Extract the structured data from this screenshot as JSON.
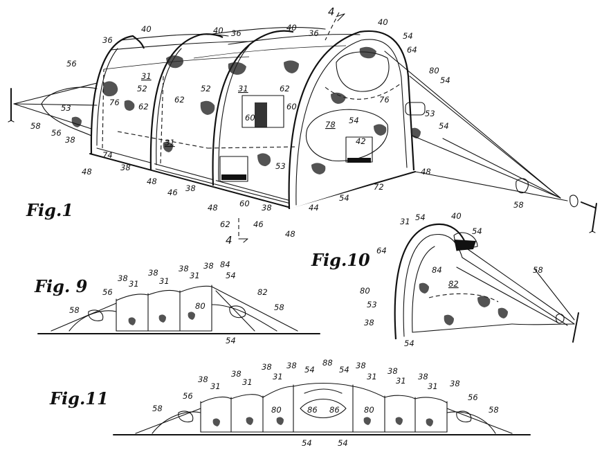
{
  "figures": [
    {
      "id": "fig1",
      "label": "Fig.1"
    },
    {
      "id": "fig9",
      "label": "Fig. 9"
    },
    {
      "id": "fig10",
      "label": "Fig.10"
    },
    {
      "id": "fig11",
      "label": "Fig.11"
    }
  ],
  "section_marker": {
    "label": "4"
  },
  "reference_numerals": {
    "fig1": [
      "36",
      "40",
      "40",
      "36",
      "40",
      "36",
      "40",
      "54",
      "64",
      "56",
      "31",
      "52",
      "80",
      "54",
      "76",
      "62",
      "62",
      "52",
      "31",
      "62",
      "60",
      "60",
      "53",
      "76",
      "53",
      "58",
      "38",
      "56",
      "54",
      "78",
      "54",
      "31",
      "74",
      "42",
      "48",
      "38",
      "48",
      "46",
      "38",
      "53",
      "72",
      "48",
      "48",
      "60",
      "38",
      "62",
      "46",
      "44",
      "48",
      "54",
      "58"
    ],
    "fig9": [
      "38",
      "31",
      "38",
      "31",
      "38",
      "31",
      "38",
      "84",
      "54",
      "56",
      "82",
      "58",
      "80",
      "58",
      "54"
    ],
    "fig10": [
      "31",
      "54",
      "40",
      "54",
      "64",
      "84",
      "58",
      "80",
      "82",
      "53",
      "38",
      "54"
    ],
    "fig11": [
      "38",
      "31",
      "38",
      "31",
      "38",
      "31",
      "38",
      "54",
      "88",
      "54",
      "38",
      "31",
      "38",
      "31",
      "38",
      "31",
      "38",
      "56",
      "56",
      "58",
      "80",
      "86",
      "86",
      "80",
      "58",
      "54",
      "54"
    ]
  }
}
